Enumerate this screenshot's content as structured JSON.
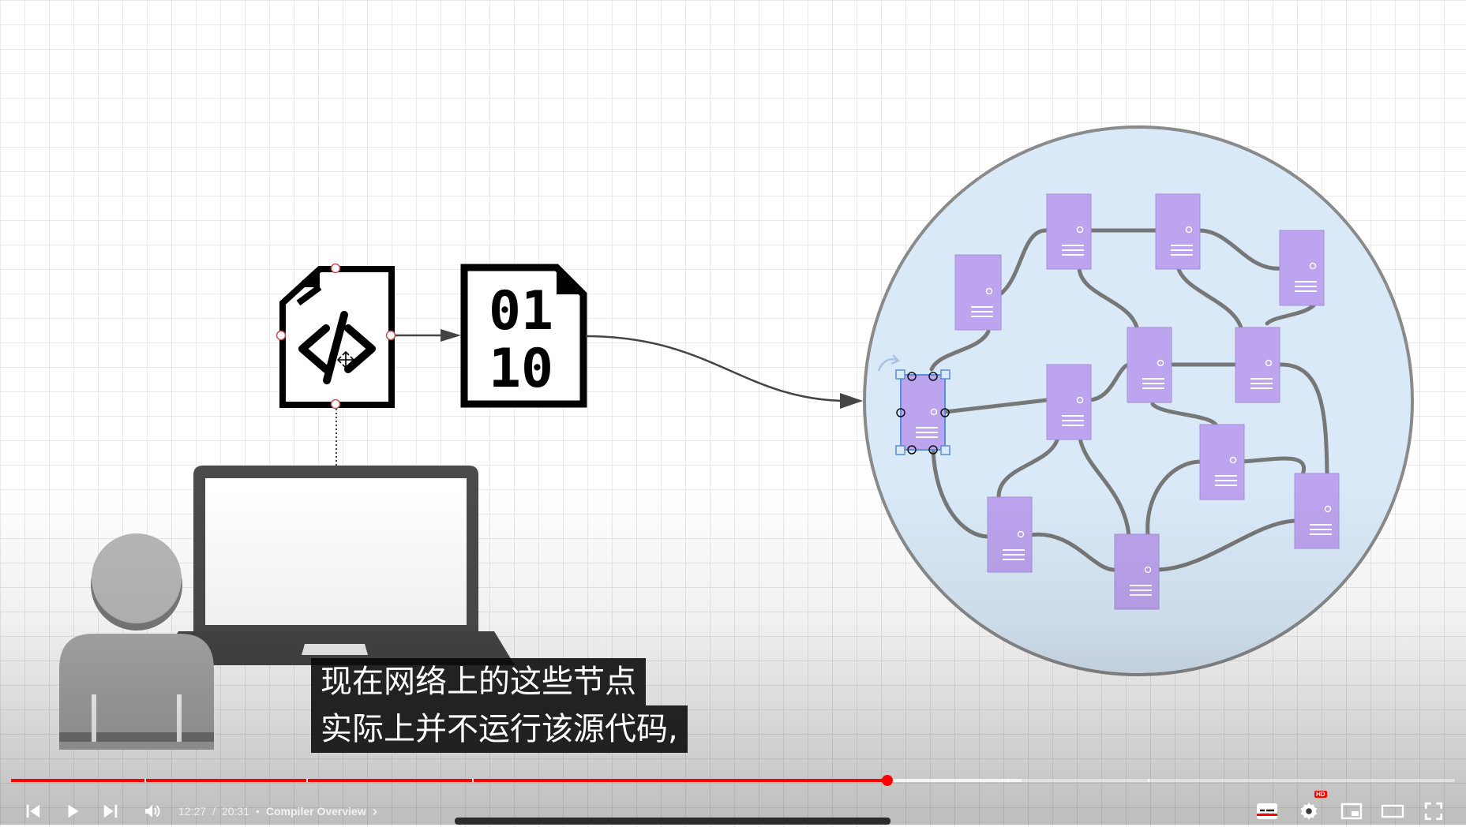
{
  "diagram": {
    "source_file_icon": "code-file-icon",
    "binary_file_icon": "binary-file-icon",
    "binary_digits": [
      "01",
      "10"
    ],
    "computer_icon": "laptop-icon",
    "user_icon": "user-icon",
    "network_icon": "server-network-icon",
    "server_count": 12,
    "server_color": "#bca4ee",
    "network_fill": "#d9e9f7"
  },
  "captions": {
    "line1": "现在网络上的这些节点",
    "line2": "实际上并不运行该源代码,"
  },
  "player": {
    "current_time": "12:27",
    "separator": "/",
    "duration": "20:31",
    "bullet": "•",
    "chapter": "Compiler Overview",
    "chevron": "›",
    "progress_fraction": 0.607,
    "buffered_fraction": 0.7,
    "accent_color": "#ff0000",
    "hd_badge": "HD",
    "icons": {
      "prev": "previous-icon",
      "play": "play-icon",
      "next": "next-icon",
      "volume": "volume-icon",
      "subtitles": "subtitles-icon",
      "settings": "settings-icon",
      "miniplayer": "miniplayer-icon",
      "theater": "theater-icon",
      "fullscreen": "fullscreen-icon"
    }
  }
}
